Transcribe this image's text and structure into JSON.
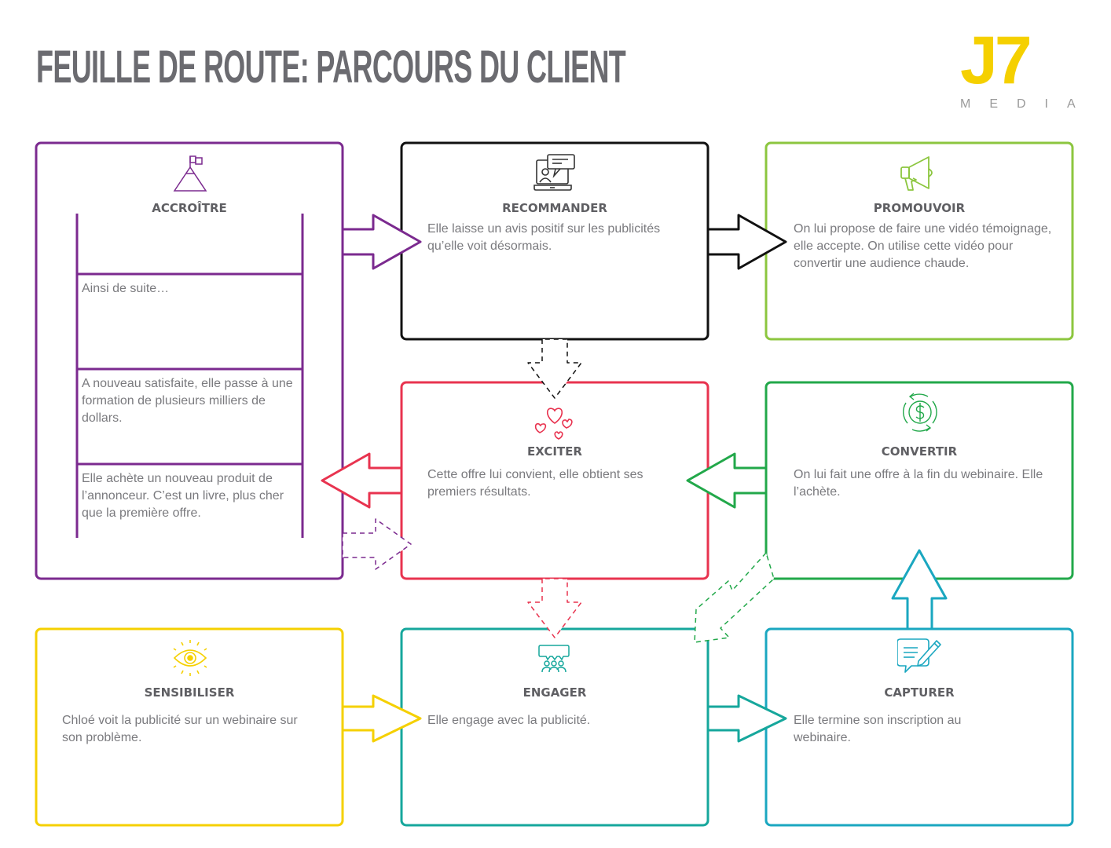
{
  "header": {
    "title": "FEUILLE DE ROUTE:  PARCOURS DU CLIENT",
    "logo_main": "J7",
    "logo_sub": "MEDIA"
  },
  "colors": {
    "accroitre": "#7b2a8f",
    "recommander": "#111111",
    "promouvoir": "#8cc63f",
    "exciter": "#e8334f",
    "convertir": "#22a84a",
    "sensibiliser": "#f5d000",
    "engager": "#16a79c",
    "capturer": "#1aa7c0",
    "title_text": "#6b6b70",
    "body_text": "#7a7a7e"
  },
  "stages": {
    "accroitre": {
      "icon": "mountain-flag-icon",
      "title": "ACCROÎTRE",
      "steps": [
        "Ainsi de suite…",
        "A nouveau satisfaite, elle passe à une formation de plusieurs milliers de dollars.",
        "Elle achète un nouveau produit de l’annonceur. C’est un livre, plus cher que la première offre."
      ]
    },
    "recommander": {
      "icon": "laptop-chat-icon",
      "title": "RECOMMANDER",
      "text": "Elle laisse un avis positif sur les publicités qu’elle voit désormais."
    },
    "promouvoir": {
      "icon": "megaphone-icon",
      "title": "PROMOUVOIR",
      "text": "On lui propose de faire une vidéo témoignage, elle accepte. On utilise cette vidéo pour convertir une audience chaude."
    },
    "exciter": {
      "icon": "hearts-icon",
      "title": "EXCITER",
      "text": "Cette offre lui convient, elle obtient ses premiers résultats."
    },
    "convertir": {
      "icon": "dollar-cycle-icon",
      "title": "CONVERTIR",
      "text": "On lui fait une offre à la fin du webinaire. Elle l’achète."
    },
    "sensibiliser": {
      "icon": "eye-icon",
      "title": "SENSIBILISER",
      "text": "Chloé voit la publicité sur un webinaire sur son problème."
    },
    "engager": {
      "icon": "audience-icon",
      "title": "ENGAGER",
      "text": "Elle engage avec la publicité."
    },
    "capturer": {
      "icon": "note-pencil-icon",
      "title": "CAPTURER",
      "text": "Elle termine son inscription au webinaire."
    }
  },
  "flows": [
    {
      "from": "sensibiliser",
      "to": "engager",
      "style": "solid"
    },
    {
      "from": "engager",
      "to": "capturer",
      "style": "solid"
    },
    {
      "from": "capturer",
      "to": "convertir",
      "style": "solid"
    },
    {
      "from": "convertir",
      "to": "exciter",
      "style": "solid"
    },
    {
      "from": "exciter",
      "to": "accroitre",
      "style": "solid"
    },
    {
      "from": "accroitre",
      "to": "recommander",
      "style": "solid"
    },
    {
      "from": "recommander",
      "to": "promouvoir",
      "style": "solid"
    },
    {
      "from": "recommander",
      "to": "exciter",
      "style": "dashed"
    },
    {
      "from": "exciter",
      "to": "engager",
      "style": "dashed"
    },
    {
      "from": "convertir",
      "to": "engager",
      "style": "dashed"
    },
    {
      "from": "accroitre",
      "to": "exciter",
      "style": "dashed"
    }
  ]
}
